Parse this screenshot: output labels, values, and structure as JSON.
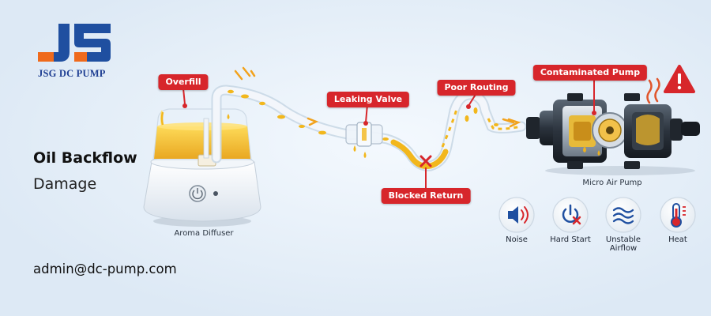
{
  "brand": {
    "name": "JSG DC PUMP",
    "colors": {
      "blue": "#1f4fa0",
      "orange": "#ef6a1c"
    }
  },
  "title": {
    "line1": "Oil Backflow",
    "line2": "Damage"
  },
  "contact": {
    "email": "admin@dc-pump.com"
  },
  "diagram": {
    "callouts": {
      "overfill": "Overfill",
      "leaking_valve": "Leaking Valve",
      "poor_routing": "Poor Routing",
      "contaminated_pump": "Contaminated Pump",
      "blocked_return": "Blocked Return"
    },
    "captions": {
      "diffuser": "Aroma Diffuser",
      "pump": "Micro Air Pump"
    },
    "warning_icon": "warning-triangle-icon",
    "symptoms": [
      {
        "icon": "speaker-icon",
        "label": "Noise"
      },
      {
        "icon": "power-cross-icon",
        "label": "Hard Start"
      },
      {
        "icon": "wave-icon",
        "label": "Unstable Airflow"
      },
      {
        "icon": "thermometer-icon",
        "label": "Heat"
      }
    ],
    "colors": {
      "callout_red": "#d7262b",
      "oil_yellow": "#f2b71c",
      "tube": "#dfe9f2",
      "background": "#e8f1fa"
    }
  }
}
